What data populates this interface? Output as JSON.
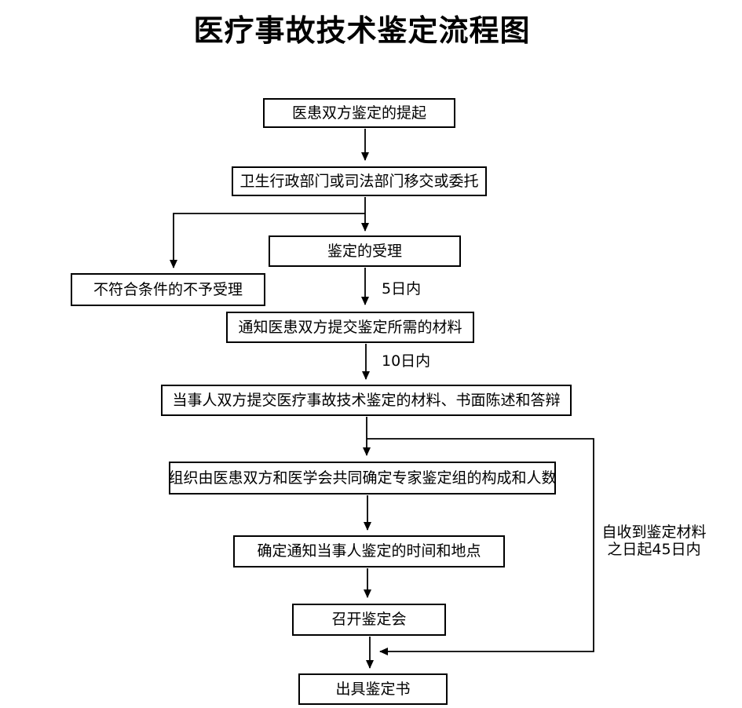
{
  "title": "医疗事故技术鉴定流程图",
  "nodes": [
    {
      "label": "医患双方鉴定的提起"
    },
    {
      "label": "卫生行政部门或司法部门移交或委托"
    },
    {
      "label": "鉴定的受理"
    },
    {
      "label": "不符合条件的不予受理"
    },
    {
      "label": "通知医患双方提交鉴定所需的材料"
    },
    {
      "label": "当事人双方提交医疗事故技术鉴定的材料、书面陈述和答辩"
    },
    {
      "label": "组织由医患双方和医学会共同确定专家鉴定组的构成和人数"
    },
    {
      "label": "确定通知当事人鉴定的时间和地点"
    },
    {
      "label": "召开鉴定会"
    },
    {
      "label": "出具鉴定书"
    }
  ],
  "edge_labels": {
    "five_days": "5日内",
    "ten_days": "10日内",
    "forty_five_days_line1": "自收到鉴定材料",
    "forty_five_days_line2": "之日起45日内"
  },
  "colors": {
    "line": "#000000",
    "text": "#000000",
    "background": "#ffffff"
  }
}
